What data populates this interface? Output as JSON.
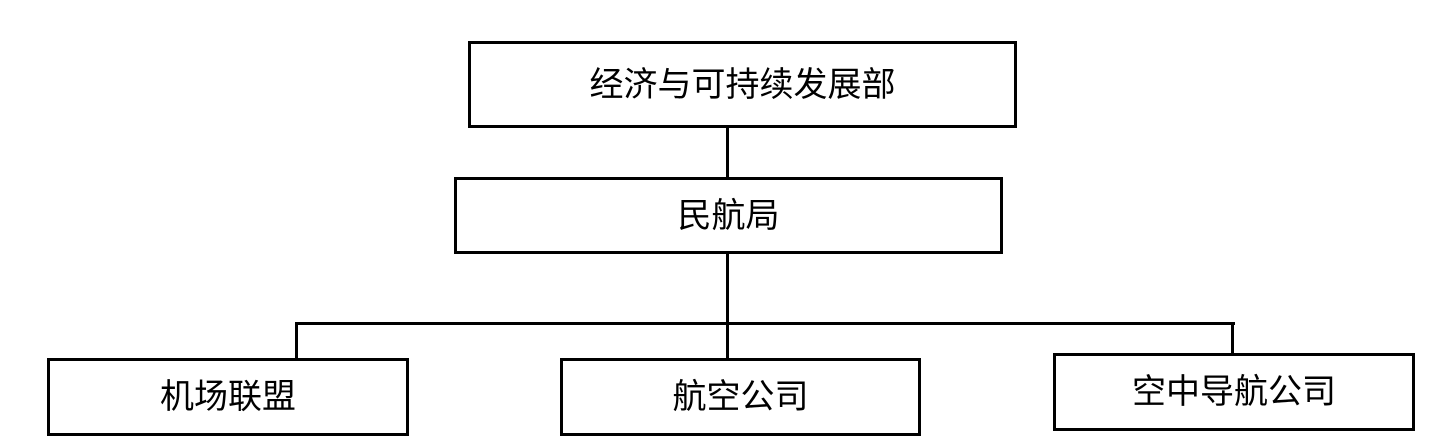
{
  "diagram": {
    "root": {
      "label": "经济与可持续发展部"
    },
    "middle": {
      "label": "民航局"
    },
    "children": [
      {
        "label": "机场联盟"
      },
      {
        "label": "航空公司"
      },
      {
        "label": "空中导航公司"
      }
    ]
  },
  "colors": {
    "stroke": "#000000",
    "background": "#ffffff",
    "text": "#000000"
  }
}
